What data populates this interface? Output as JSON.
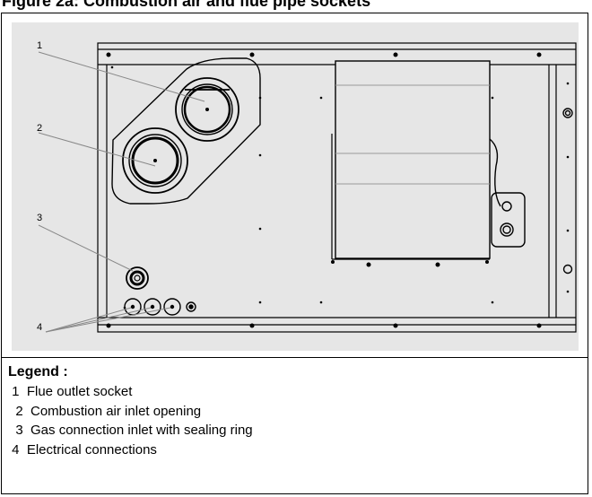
{
  "figure": {
    "title": "Figure 2a: Combustion air and flue pipe sockets"
  },
  "callouts": [
    "1",
    "2",
    "3",
    "4"
  ],
  "legend": {
    "title": "Legend :",
    "items": [
      " 1  Flue outlet socket",
      "  2  Combustion air inlet opening",
      "  3  Gas connection inlet with sealing ring",
      " 4  Electrical connections"
    ]
  },
  "colors": {
    "panel_background": "#e6e6e6",
    "line": "#000000",
    "leader": "#888888"
  }
}
